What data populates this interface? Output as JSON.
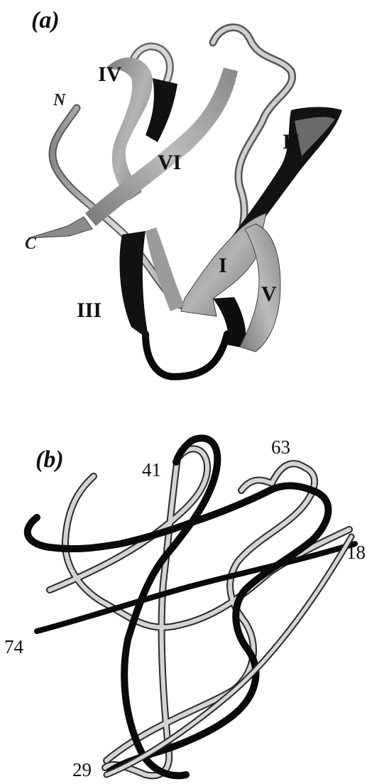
{
  "panel_a": {
    "label": "(a)",
    "termini": {
      "n": "N",
      "c": "C"
    },
    "strands": [
      "I",
      "II",
      "III",
      "IV",
      "V",
      "VI"
    ]
  },
  "panel_b": {
    "label": "(b)",
    "residues": [
      "41",
      "63",
      "18",
      "74",
      "29"
    ]
  },
  "colors": {
    "dark_tube": "#0a0a0a",
    "light_tube": "#c8c8c8",
    "ribbon_gray": "#9a9a9a",
    "ribbon_dark": "#141414",
    "background": "#ffffff"
  }
}
